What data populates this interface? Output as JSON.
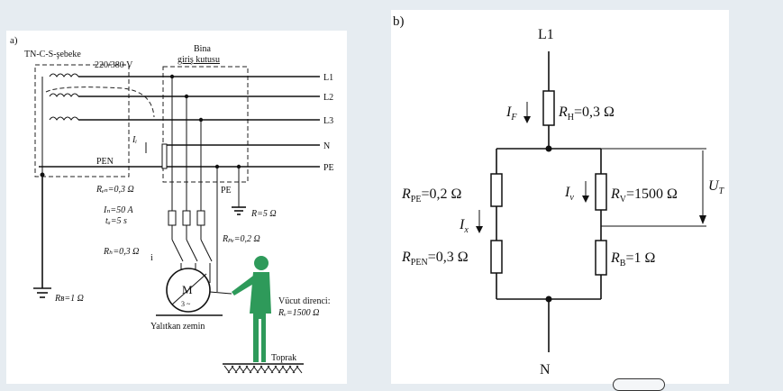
{
  "panel_a": {
    "label": "a)",
    "network": "TN-C-S-şebeke",
    "voltage": "220/380 V",
    "building_line1": "Bina",
    "building_line2": "giriş kutusu",
    "lines": [
      "L1",
      "L2",
      "L3",
      "N",
      "PE"
    ],
    "pen": "PEN",
    "r_pen": "Rₑₙ=0,3 Ω",
    "i_label": "Iᵢ",
    "fuse_current": "Iₙ=50 A",
    "fuse_time": "tₐ=5 s",
    "pe": "PE",
    "r_5": "R=5 Ω",
    "r_h": "Rₕ=0,3 Ω",
    "r_pe": "Rₚₑ=0,2 Ω",
    "motor": "M",
    "motor_sub": "3 ~",
    "r_b": "Rʙ=1 Ω",
    "insulating_floor": "Yalıtkan zemin",
    "body_resistance_title": "Vücut direnci:",
    "body_resistance_value": "Rᵥ=1500 Ω",
    "ground": "Toprak",
    "body_color": "#2e9a5a"
  },
  "panel_b": {
    "label": "b)",
    "top": "L1",
    "bottom": "N",
    "i_f": {
      "main": "I",
      "sub": "F"
    },
    "r_h": {
      "main": "R",
      "sub": "H",
      "value": "=0,3 Ω"
    },
    "r_pe": {
      "main": "R",
      "sub": "PE",
      "value": "=0,2 Ω"
    },
    "i_x": {
      "main": "I",
      "sub": "x"
    },
    "r_pen": {
      "main": "R",
      "sub": "PEN",
      "value": "=0,3 Ω"
    },
    "i_v": {
      "main": "I",
      "sub": "v"
    },
    "r_v": {
      "main": "R",
      "sub": "V",
      "value": "=1500 Ω"
    },
    "r_b": {
      "main": "R",
      "sub": "B",
      "value": "=1 Ω"
    },
    "u_t": {
      "main": "U",
      "sub": "T"
    }
  }
}
